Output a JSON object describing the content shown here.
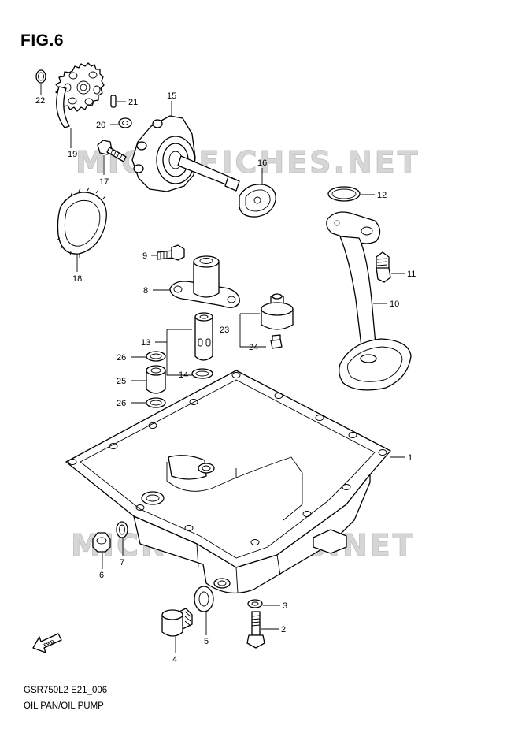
{
  "figure": {
    "title": "FIG.6",
    "model_code": "GSR750L2 E21_006",
    "caption": "OIL PAN/OIL PUMP",
    "watermark": "MICROFICHES.NET",
    "fwd_label": "FWD"
  },
  "callouts": {
    "c1": "1",
    "c2": "2",
    "c3": "3",
    "c4": "4",
    "c5": "5",
    "c6": "6",
    "c7": "7",
    "c8": "8",
    "c9": "9",
    "c10": "10",
    "c11": "11",
    "c12": "12",
    "c13": "13",
    "c14": "14",
    "c15": "15",
    "c16": "16",
    "c17": "17",
    "c18": "18",
    "c19": "19",
    "c20": "20",
    "c21": "21",
    "c22": "22",
    "c23": "23",
    "c24": "24",
    "c25": "25",
    "c26a": "26",
    "c26b": "26"
  }
}
